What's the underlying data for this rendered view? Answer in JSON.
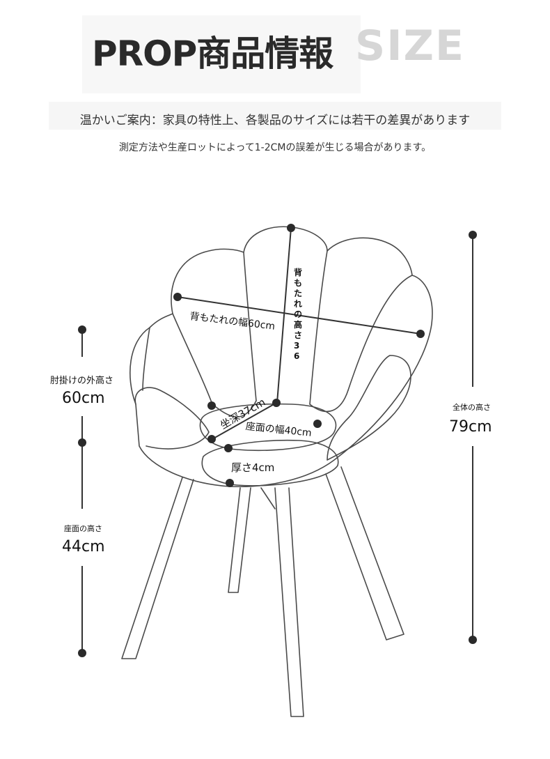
{
  "header": {
    "title": "PROP商品情報",
    "size_word": "SIZE",
    "notice_line1": "温かいご案内：家具の特性上、各製品のサイズには若干の差異があります",
    "notice_line2": "測定方法や生産ロットによって1-2CMの誤差が生じる場合があります。"
  },
  "dimensions": {
    "backrest_height_label": "背もたれの高さ36",
    "backrest_width_label": "背もたれの幅60cm",
    "seat_depth_label": "坐深37cm",
    "seat_width_label": "座面の幅40cm",
    "thickness_label": "厚さ4cm",
    "armrest_height_label": "肘掛けの外高さ",
    "armrest_height_value": "60cm",
    "seat_height_label": "座面の高さ",
    "seat_height_value": "44cm",
    "total_height_label": "全体の高さ",
    "total_height_value": "79cm"
  }
}
